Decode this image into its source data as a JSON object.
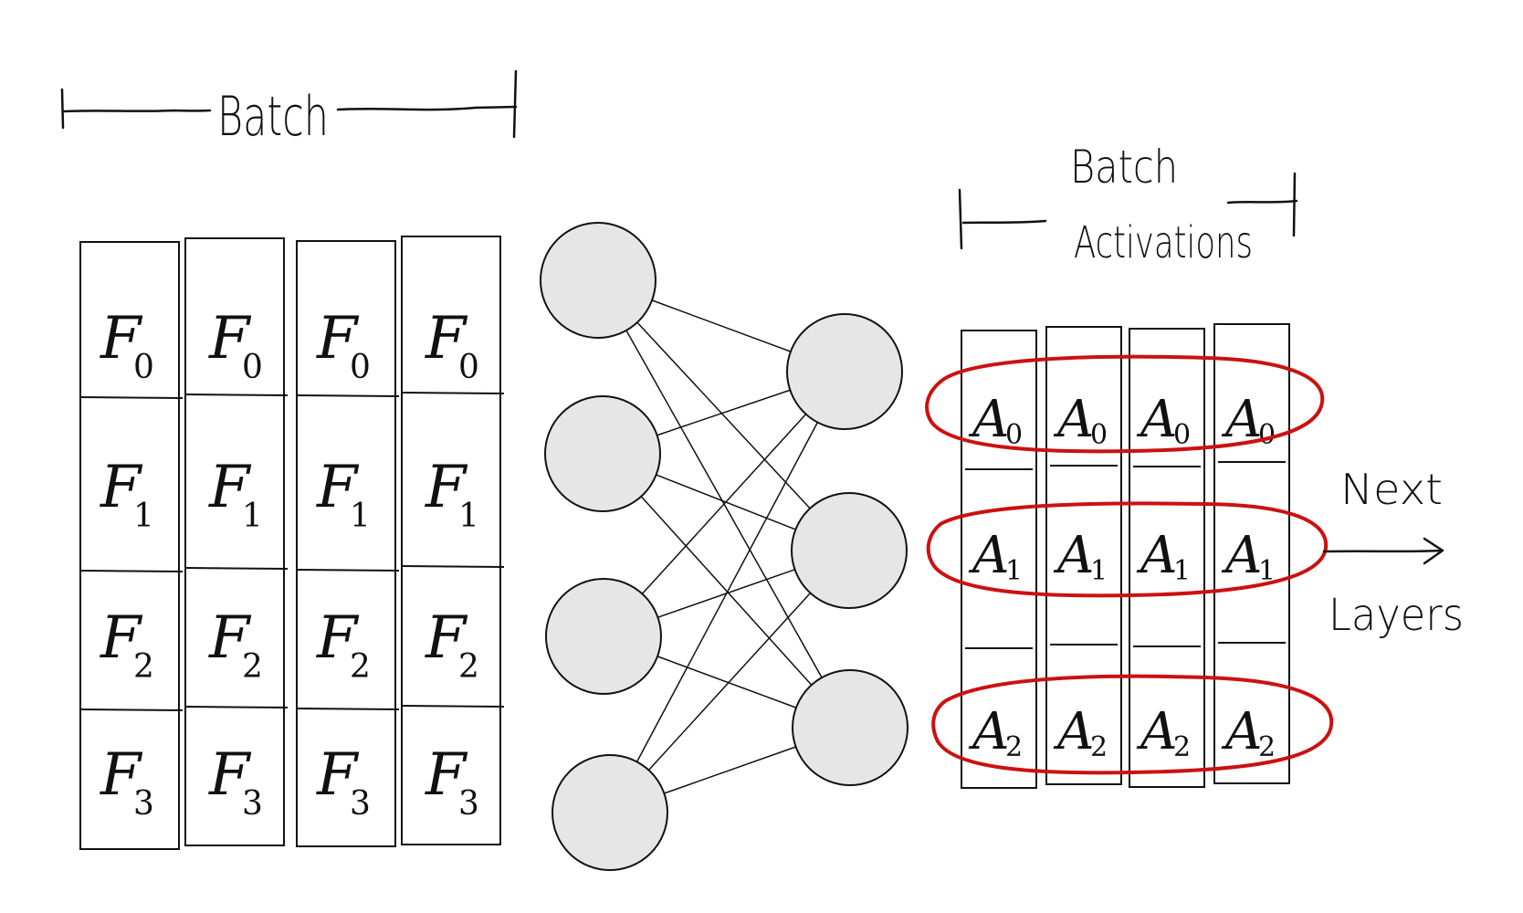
{
  "labels": {
    "batch": "Batch",
    "batch_activations_line1": "Batch",
    "batch_activations_line2": "Activations",
    "next_line1": "Next",
    "next_line2": "Layers"
  },
  "input_batch": {
    "columns": 4,
    "features": [
      {
        "letter": "F",
        "sub": "0"
      },
      {
        "letter": "F",
        "sub": "1"
      },
      {
        "letter": "F",
        "sub": "2"
      },
      {
        "letter": "F",
        "sub": "3"
      }
    ]
  },
  "network": {
    "input_nodes": 4,
    "output_nodes": 3
  },
  "activations": {
    "columns": 4,
    "rows": [
      {
        "letter": "A",
        "sub": "0"
      },
      {
        "letter": "A",
        "sub": "1"
      },
      {
        "letter": "A",
        "sub": "2"
      }
    ]
  },
  "colors": {
    "ink": "#111111",
    "node_fill": "#e6e6e6",
    "highlight": "#cc1111"
  }
}
